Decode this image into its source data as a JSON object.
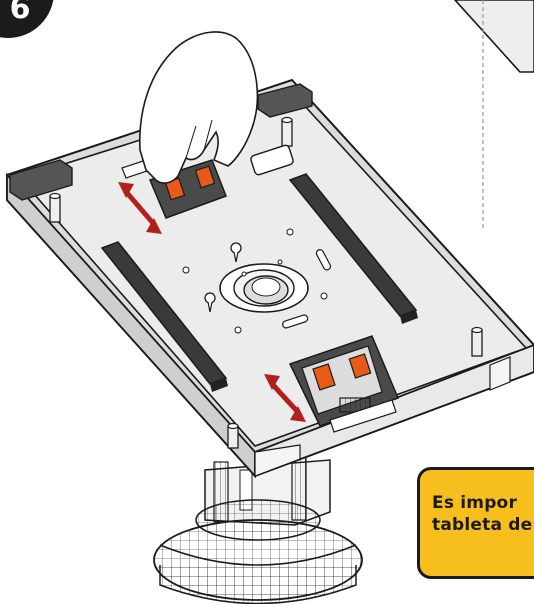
{
  "step": {
    "number": "6"
  },
  "callout": {
    "line1": "Es impor",
    "line2": "tableta de"
  },
  "colors": {
    "outline": "#1b1b1b",
    "tray": "#e6e6e6",
    "rail": "#3a3a3a",
    "clip_orange": "#e85a18",
    "arrow_red": "#b3201b",
    "callout_yellow": "#f7bf1e",
    "dashed_divider": "#9a9a9a"
  },
  "icons": [
    "hand-icon",
    "double-arrow-icon",
    "keyhole-icon",
    "rotation-knob-icon"
  ]
}
